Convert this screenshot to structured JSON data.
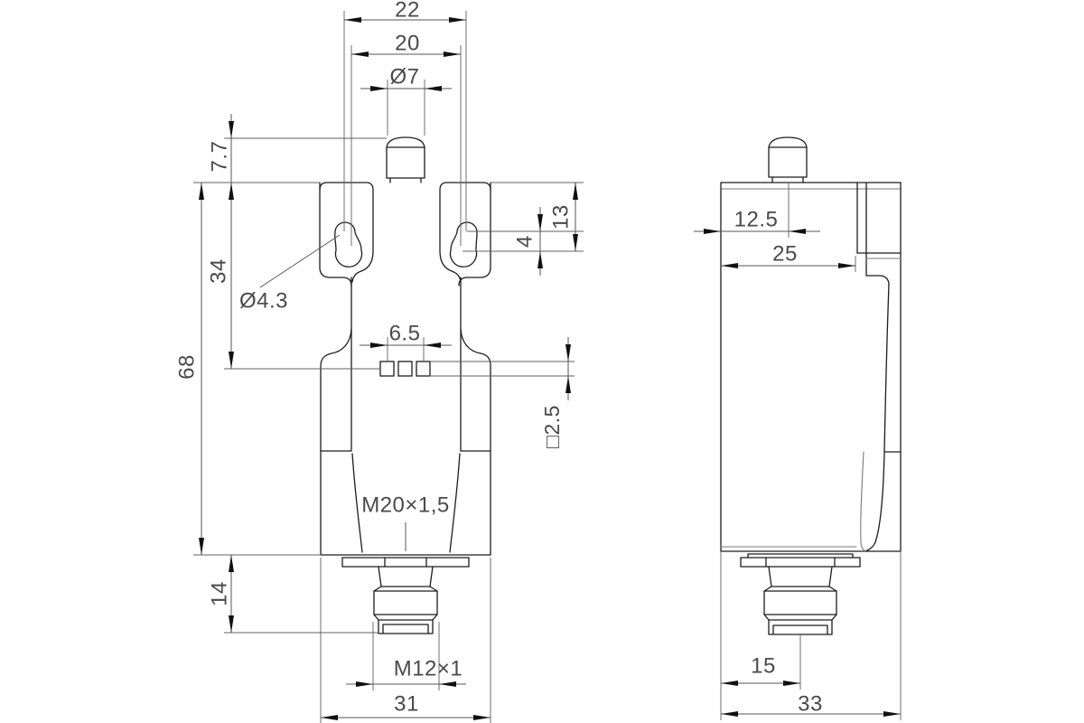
{
  "drawing": {
    "kind": "technical-dimension-drawing",
    "views": {
      "front": "front-view",
      "side": "side-view"
    },
    "colors": {
      "outline": "#1c1c1c",
      "dimension": "#555555",
      "text": "#4a4a4a",
      "background": "#ffffff"
    }
  },
  "front_dims": {
    "width_outer_slots": "22",
    "slot_center_spacing": "20",
    "plunger_diameter": "Ø7",
    "plunger_height": "7.7",
    "top_to_contact": "34",
    "body_height": "68",
    "connector_height": "14",
    "top_to_hole": "13",
    "hole_offset": "4",
    "hole_diameter": "Ø4.3",
    "contact_spacing": "6.5",
    "contact_square": "□2.5",
    "gland_thread": "M20×1,5",
    "connector_thread": "M12×1",
    "body_width": "31"
  },
  "side_dims": {
    "plunger_center": "12.5",
    "body_depth": "25",
    "connector_center": "15",
    "overall_depth": "33"
  }
}
